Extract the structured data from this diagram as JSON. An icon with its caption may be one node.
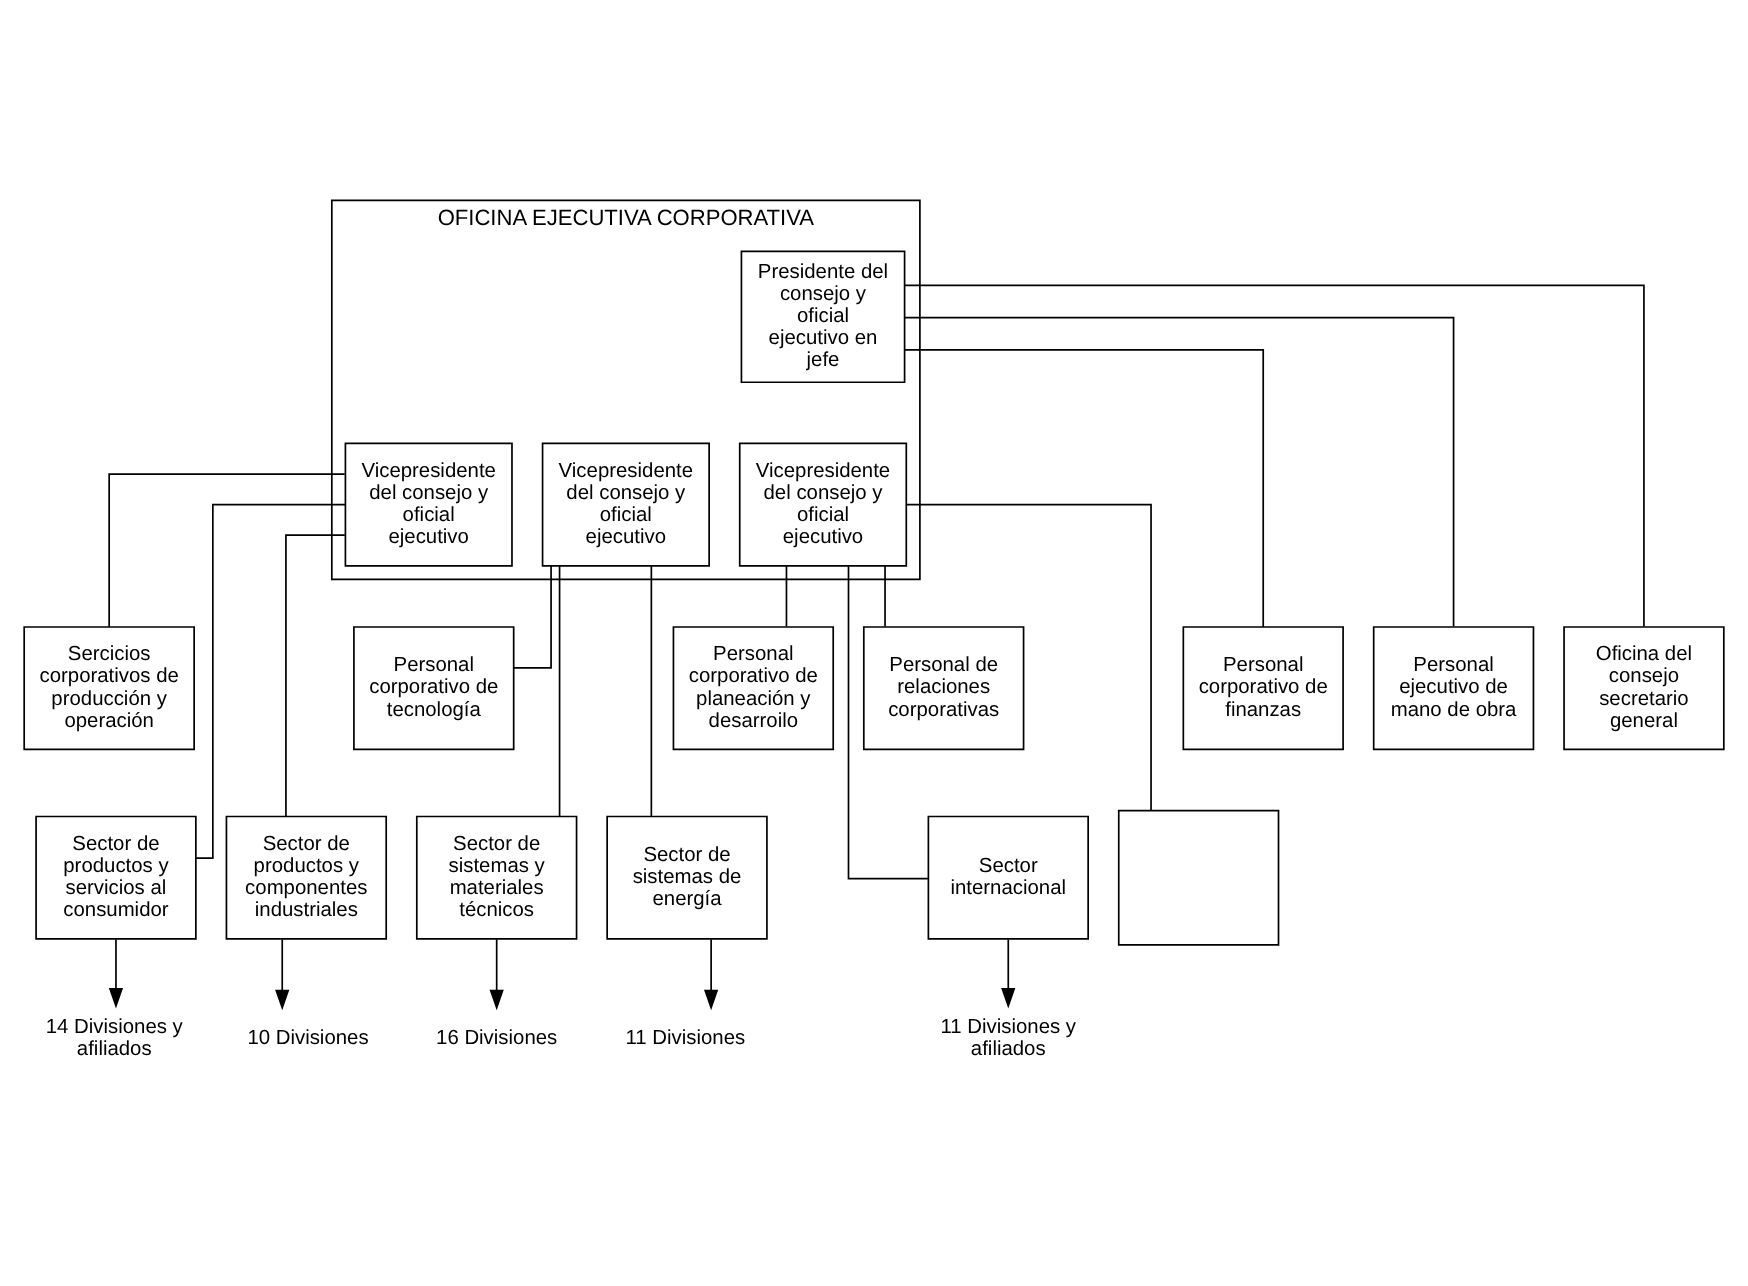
{
  "diagram": {
    "nodes": [
      {
        "text": [
          "OFICINA EJECUTIVA CORPORATIVA"
        ]
      },
      {
        "text": [
          "Presidente del consejo y oficial ejecutivo en jefe"
        ],
        "in": 0
      },
      {
        "text": [
          "Vicepresidente del consejo y oficial ejecutivo"
        ],
        "in": 0
      },
      {
        "text": [
          "Vicepresidente del consejo y oficial ejecutivo"
        ],
        "in": 0
      },
      {
        "text": [
          "Vicepresidente del consejo y oficial ejecutivo"
        ],
        "in": 0
      },
      {
        "text": [
          "Personal corporativo de finanzas"
        ]
      },
      {
        "text": [
          "Personal ejecutivo de mano de obra"
        ]
      },
      {
        "text": [
          "Sercicios corporativos de producción y operación"
        ]
      },
      {
        "text": [
          "Personal corporativo de tecnología"
        ]
      },
      {
        "text": [
          "Personal corporativo de planeación y desarroilo"
        ]
      },
      {
        "text": [
          "Personal de relaciones corporativas"
        ]
      },
      {
        "text": [
          "Oficina del consejo secretario general"
        ]
      },
      {
        "text": [
          "Sector de productos y servicios al consumidor"
        ]
      },
      {
        "text": [
          "Sector de productos y componentes industriales"
        ]
      },
      {
        "text": [
          "Sector de sistemas de energía"
        ]
      },
      {
        "text": [
          "Sector de sistemas y materiales técnicos"
        ]
      },
      {
        "text": [
          "Sector internacional"
        ]
      },
      {
        "text": [],
        "shape": "box"
      },
      {
        "text": [
          "14 Divisiones y afiliados"
        ]
      },
      {
        "text": [
          "10 Divisiones"
        ]
      },
      {
        "text": [
          "11 Divisiones"
        ]
      },
      {
        "text": [
          "16 Divisiones"
        ]
      },
      {
        "text": [
          "11 Divisiones y afiliados"
        ]
      }
    ],
    "edges": [
      {
        "from": 1,
        "to": 5,
        "arrow": "none"
      },
      {
        "from": 1,
        "to": 6,
        "arrow": "none"
      },
      {
        "from": 1,
        "to": 11,
        "arrow": "none"
      },
      {
        "from": 2,
        "to": 7,
        "arrow": "none"
      },
      {
        "from": 2,
        "to": 12,
        "arrow": "none"
      },
      {
        "from": 2,
        "to": 13,
        "arrow": "none"
      },
      {
        "from": 3,
        "to": 8,
        "arrow": "none"
      },
      {
        "from": 3,
        "to": 14,
        "arrow": "none"
      },
      {
        "from": 3,
        "to": 15,
        "arrow": "none"
      },
      {
        "from": 4,
        "to": 9,
        "arrow": "none"
      },
      {
        "from": 4,
        "to": 10,
        "arrow": "none"
      },
      {
        "from": 4,
        "to": 16,
        "arrow": "none"
      },
      {
        "from": 4,
        "to": 17,
        "arrow": "none"
      },
      {
        "from": 12,
        "to": 18,
        "arrow": "to"
      },
      {
        "from": 13,
        "to": 19,
        "arrow": "to"
      },
      {
        "from": 14,
        "to": 20,
        "arrow": "to"
      },
      {
        "from": 15,
        "to": 21,
        "arrow": "to"
      },
      {
        "from": 16,
        "to": 22,
        "arrow": "to"
      }
    ]
  }
}
